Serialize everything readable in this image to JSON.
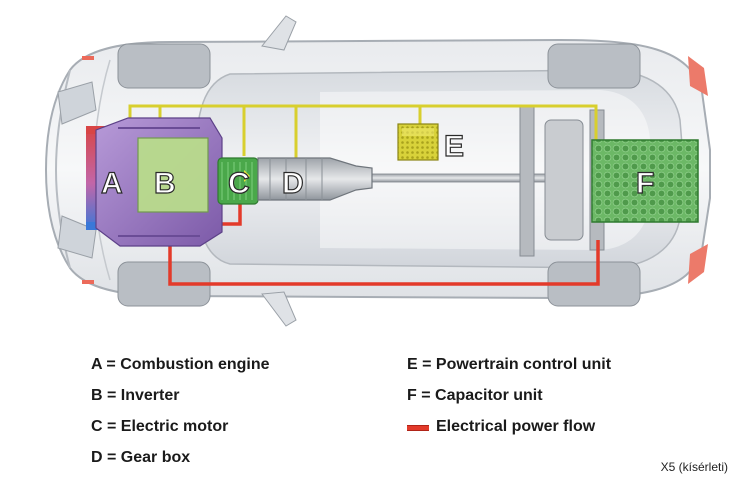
{
  "components": {
    "a": {
      "letter": "A"
    },
    "b": {
      "letter": "B"
    },
    "c": {
      "letter": "C"
    },
    "d": {
      "letter": "D"
    },
    "e": {
      "letter": "E"
    },
    "f": {
      "letter": "F"
    }
  },
  "legend": {
    "a": "A = Combustion engine",
    "b": "B = Inverter",
    "c": "C = Electric motor",
    "d": "D = Gear box",
    "e": "E = Powertrain control unit",
    "f": "F = Capacitor unit",
    "flow": "Electrical power flow"
  },
  "caption": "X5 (kísérleti)",
  "colors": {
    "engine": "#9b7bc4",
    "inverter": "#b9dc8c",
    "motor": "#4aa84a",
    "control_unit": "#d8d23a",
    "capacitor": "#5faa5a",
    "signal_wire": "#d8cf2e",
    "power_flow": "#e33a2a",
    "coolant_hot": "#d84545",
    "coolant_cold": "#3a78d8"
  }
}
